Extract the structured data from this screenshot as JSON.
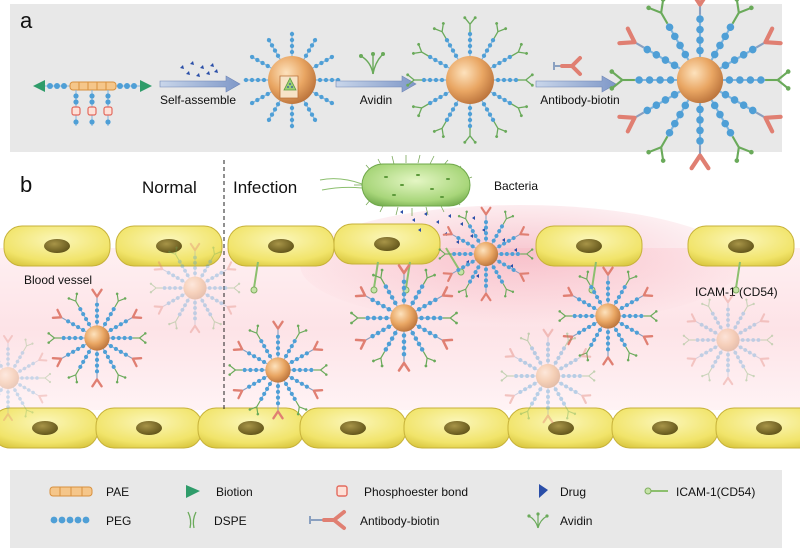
{
  "panel_a": {
    "letter": "a",
    "steps": [
      "Self-assemble",
      "Avidin",
      "Antibody-biotin"
    ]
  },
  "panel_b": {
    "letter": "b",
    "normal_label": "Normal",
    "infection_label": "Infection",
    "bacteria_label": "Bacteria",
    "vessel_label": "Blood vessel",
    "icam_label": "ICAM-1 (CD54)"
  },
  "legend": {
    "items": [
      {
        "label": "PAE",
        "icon": "pae-chain-icon"
      },
      {
        "label": "Biotion",
        "icon": "biotin-icon"
      },
      {
        "label": "Phosphoester bond",
        "icon": "phosphoester-bond-icon"
      },
      {
        "label": "Drug",
        "icon": "drug-icon"
      },
      {
        "label": "ICAM-1(CD54)",
        "icon": "icam-icon"
      },
      {
        "label": "PEG",
        "icon": "peg-beads-icon"
      },
      {
        "label": "DSPE",
        "icon": "dspe-icon"
      },
      {
        "label": "Antibody-biotin",
        "icon": "antibody-biotin-icon"
      },
      {
        "label": "Avidin",
        "icon": "avidin-icon"
      }
    ]
  },
  "colors": {
    "panel_bg": "#e8e8e8",
    "cell": "#f3ea7c",
    "nucleus": "#8a7a2a",
    "vessel": "#fbe4e8",
    "nanoparticle": "#e8a864",
    "peg": "#4f9fd6",
    "pae": "#f2b870",
    "avidin": "#7bb86a",
    "antibody": "#e58a7e",
    "bacteria": "#a4d67a"
  }
}
